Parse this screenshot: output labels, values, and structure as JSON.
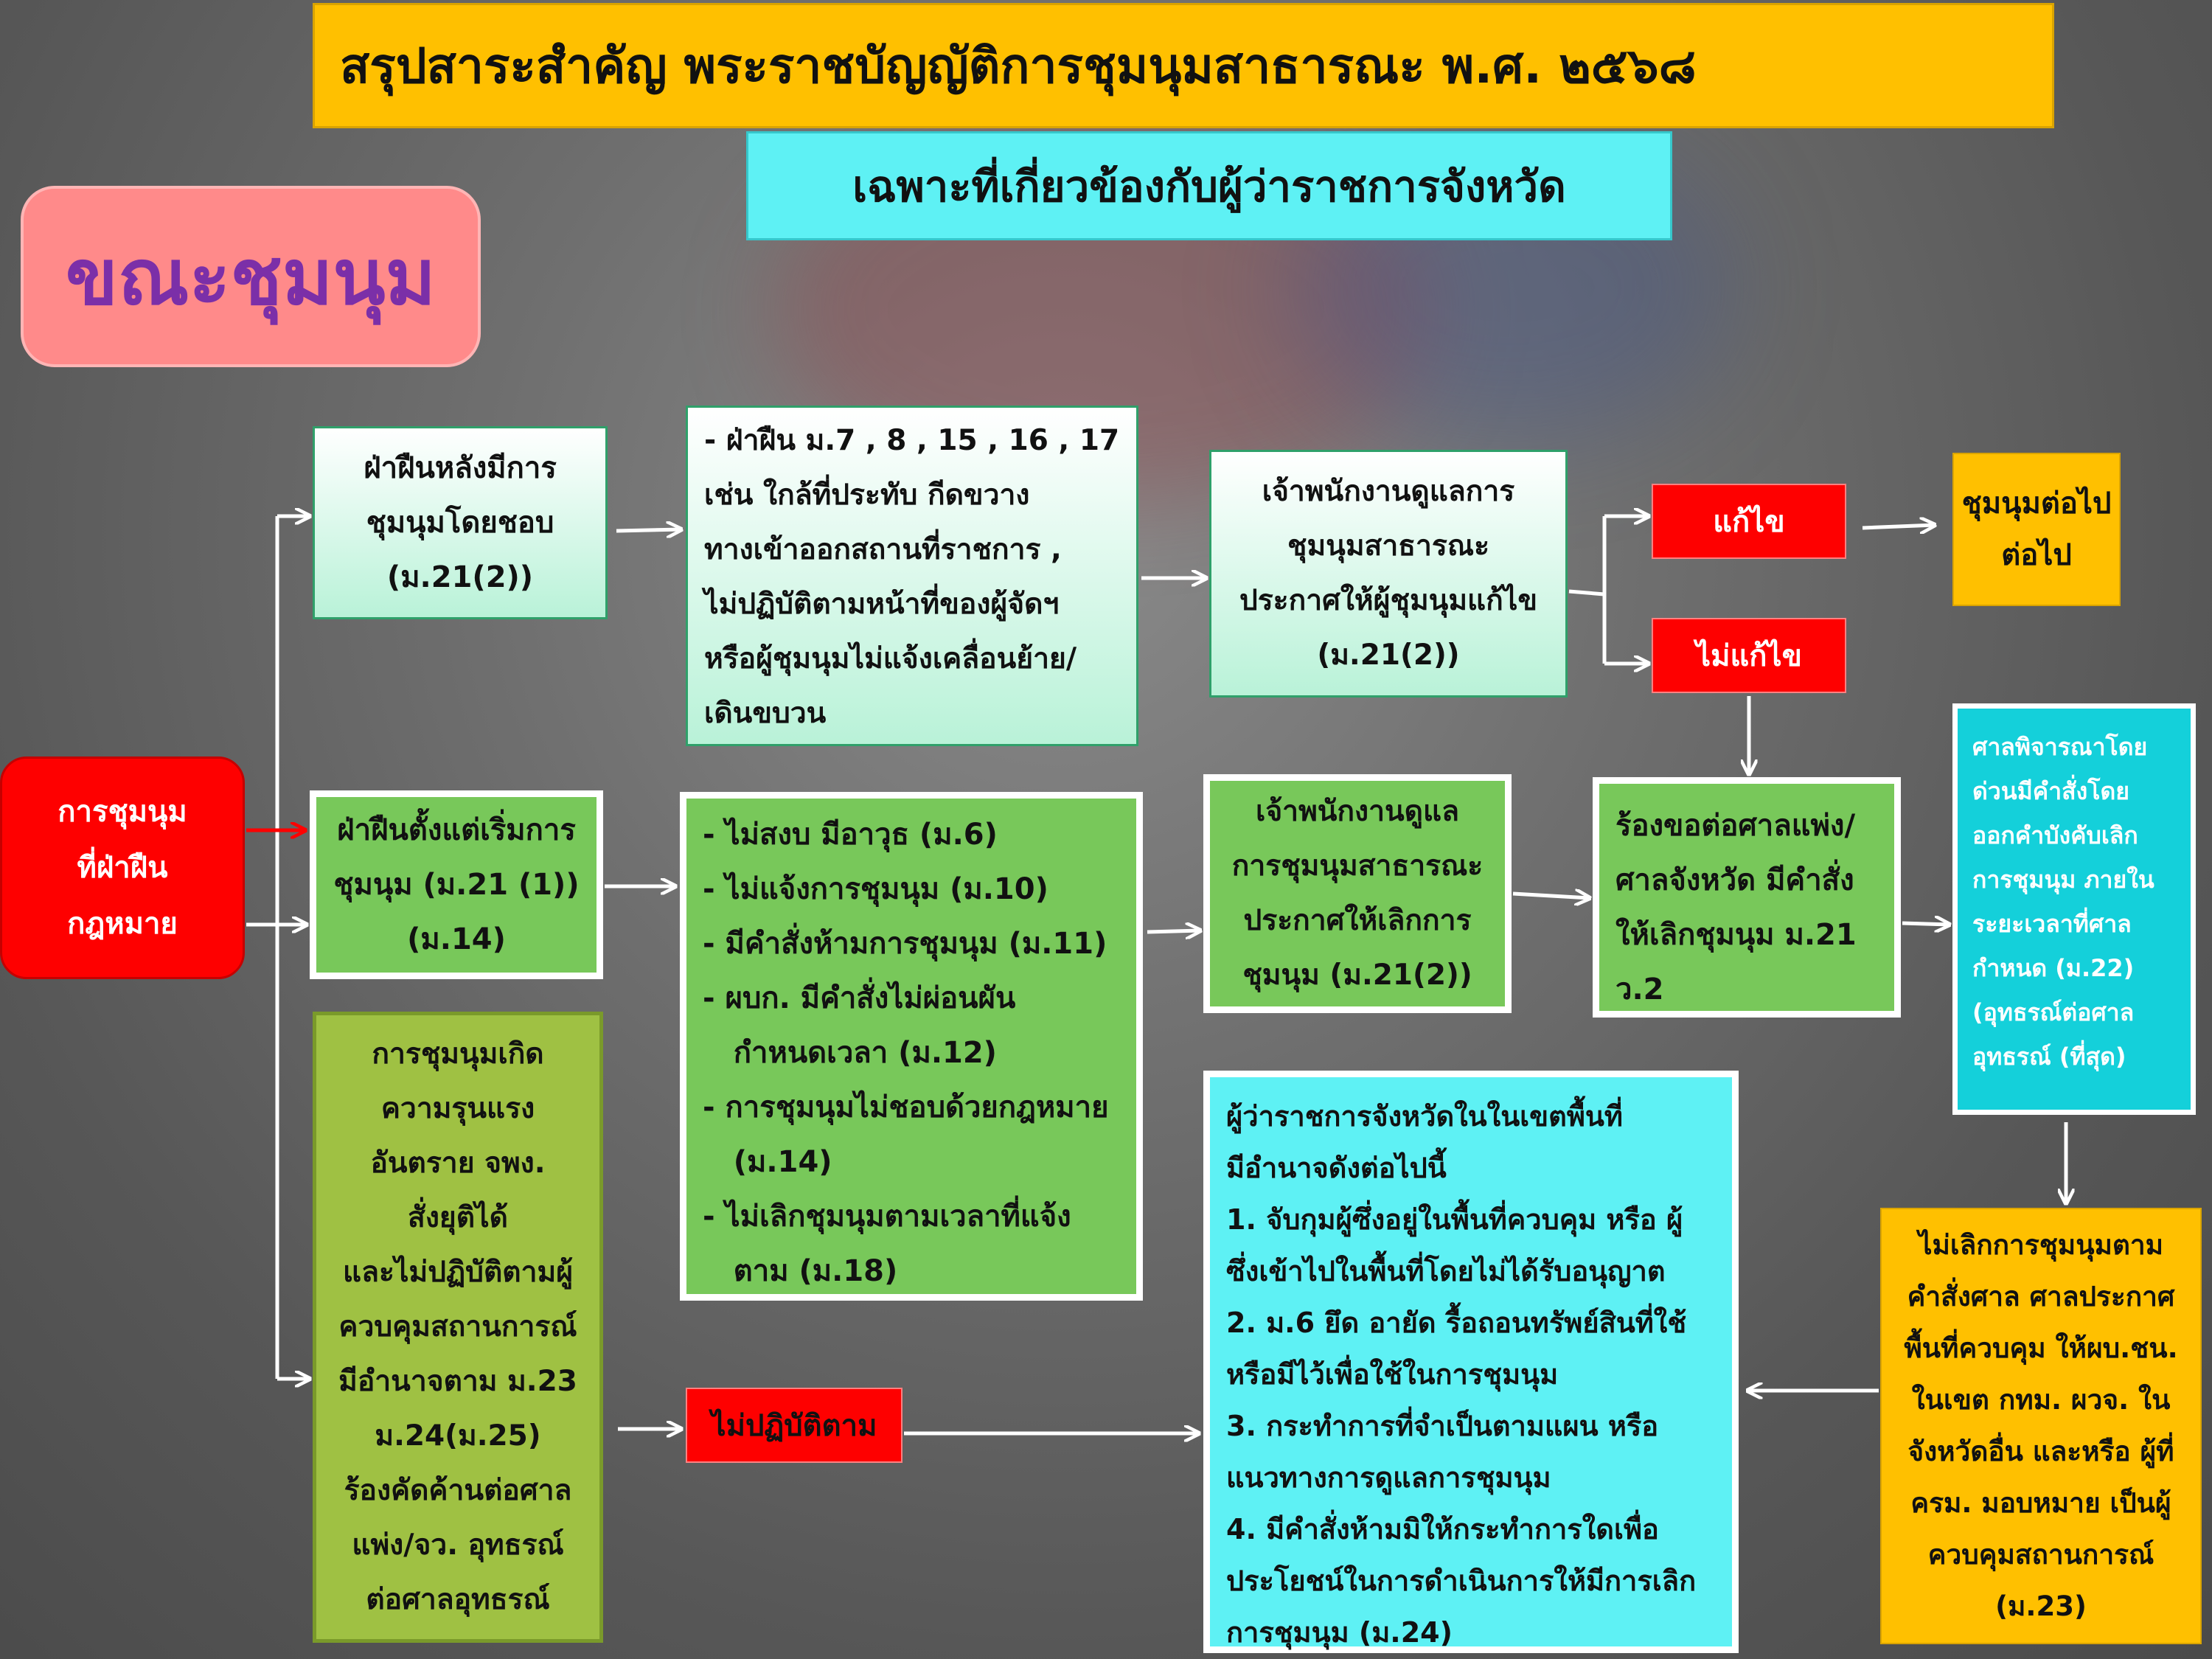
{
  "header": {
    "title": "สรุปสาระสำคัญ พระราชบัญญัติการชุมนุมสาธารณะ พ.ศ. ๒๕๖๘",
    "subtitle": "เฉพาะที่เกี่ยวข้องกับผู้ว่าราชการจังหวัด"
  },
  "section_label": "ขณะชุมนุม",
  "colors": {
    "red": "#fe0000",
    "yellow": "#ffc000",
    "cyan": "#5ef1f4",
    "green": "#78c85a",
    "olive": "#9fc143",
    "pink": "#ff8888",
    "turquoise": "#14d0da"
  },
  "nodes": {
    "start": [
      "การชุมนุม",
      "ที่ฝ่าฝืน",
      "กฎหมาย"
    ],
    "violate_after": [
      "ฝ่าฝืนหลังมีการ",
      "ชุมนุมโดยชอบ",
      "(ม.21(2))"
    ],
    "violate_from_start": [
      "ฝ่าฝืนตั้งแต่เริ่มการ",
      "ชุมนุม  (ม.21 (1))",
      "(ม.14)"
    ],
    "violence": [
      "การชุมนุมเกิด",
      "ความรุนแรง",
      "อันตราย จพง.",
      "สั่งยุติได้",
      "และไม่ปฏิบัติตามผู้",
      "ควบคุมสถานการณ์",
      "มีอำนาจตาม ม.23",
      "ม.24(ม.25)",
      "ร้องคัดค้านต่อศาล",
      "แพ่ง/จว. อุทธรณ์",
      "ต่อศาลอุทธรณ์"
    ],
    "violations_list": [
      "- ฝ่าฝืน ม.7 , 8 , 15 , 16 , 17",
      "เช่น ใกล้ที่ประทับ กีดขวาง",
      "ทางเข้าออกสถานที่ราชการ ,",
      "ไม่ปฏิบัติตามหน้าที่ของผู้จัดฯ",
      "หรือผู้ชุมนุมไม่แจ้งเคลื่อนย้าย/",
      "เดินขบวน"
    ],
    "causes_list": [
      "- ไม่สงบ มีอาวุธ (ม.6)",
      "- ไม่แจ้งการชุมนุม (ม.10)",
      "- มีคำสั่งห้ามการชุมนุม (ม.11)",
      "- ผบก. มีคำสั่งไม่ผ่อนผัน",
      "   กำหนดเวลา (ม.12)",
      "- การชุมนุมไม่ชอบด้วยกฎหมาย",
      "   (ม.14)",
      "- ไม่เลิกชุมนุมตามเวลาที่แจ้ง",
      "   ตาม (ม.18)"
    ],
    "not_comply": "ไม่ปฏิบัติตาม",
    "officer_fix": [
      "เจ้าพนักงานดูแลการ",
      "ชุมนุมสาธารณะ",
      "ประกาศให้ผู้ชุมนุมแก้ไข",
      "(ม.21(2))"
    ],
    "officer_end": [
      "เจ้าพนักงานดูแล",
      "การชุมนุมสาธารณะ",
      "ประกาศให้เลิกการ",
      "ชุมนุม (ม.21(2))"
    ],
    "governor": [
      "ผู้ว่าราชการจังหวัดในในเขตพื้นที่",
      "มีอำนาจดังต่อไปนี้",
      "1. จับกุมผู้ซึ่งอยู่ในพื้นที่ควบคุม หรือ ผู้",
      "ซึ่งเข้าไปในพื้นที่โดยไม่ได้รับอนุญาต",
      "2. ม.6 ยึด อายัด รื้อถอนทรัพย์สินที่ใช้",
      "หรือมีไว้เพื่อใช้ในการชุมนุม",
      "3. กระทำการที่จำเป็นตามแผน หรือ",
      "แนวทางการดูแลการชุมนุม",
      "4. มีคำสั่งห้ามมิให้กระทำการใดเพื่อ",
      "ประโยชน์ในการดำเนินการให้มีการเลิก",
      "การชุมนุม (ม.24)"
    ],
    "fixed": "แก้ไข",
    "not_fixed": "ไม่แก้ไข",
    "continue": [
      "ชุมนุมต่อไป",
      "ต่อไป"
    ],
    "court_request": [
      "ร้องขอต่อศาลแพ่ง/",
      "ศาลจังหวัด มีคำสั่ง",
      "ให้เลิกชุมนุม ม.21",
      "ว.2"
    ],
    "court_order": [
      "ศาลพิจารณาโดย",
      "ด่วนมีคำสั่งโดย",
      "ออกคำบังคับเลิก",
      "การชุมนุม ภายใน",
      "ระยะเวลาที่ศาล",
      "กำหนด (ม.22)",
      "(อุทธรณ์ต่อศาล",
      "อุทธรณ์ (ที่สุด)"
    ],
    "control_area": [
      "ไม่เลิกการชุมนุมตาม",
      "คำสั่งศาล ศาลประกาศ",
      "พื้นที่ควบคุม ให้ผบ.ชน.",
      "ในเขต กทม. ผวจ. ใน",
      "จังหวัดอื่น และหรือ ผู้ที่",
      "ครม. มอบหมาย เป็นผู้",
      "ควบคุมสถานการณ์",
      "(ม.23)"
    ]
  }
}
